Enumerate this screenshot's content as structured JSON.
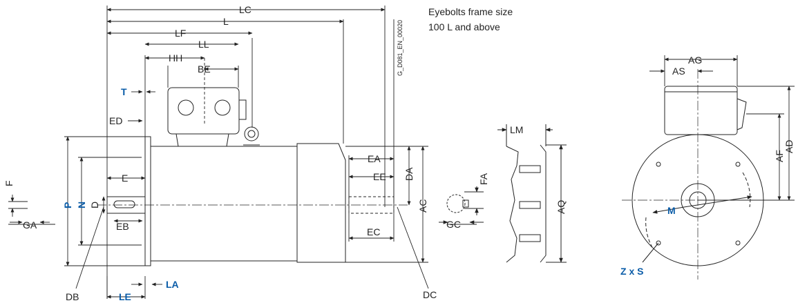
{
  "drawing_id": "G_D081_EN_00020",
  "note": {
    "line1": "Eyebolts frame size",
    "line2": "100 L and above"
  },
  "labels": {
    "LC": "LC",
    "L": "L",
    "LF": "LF",
    "LL": "LL",
    "HH": "HH",
    "BE": "BE",
    "T": "T",
    "ED": "ED",
    "F": "F",
    "GA": "GA",
    "E": "E",
    "P": "P",
    "N": "N",
    "D": "D",
    "EB": "EB",
    "DB": "DB",
    "LE": "LE",
    "LA": "LA",
    "EA": "EA",
    "EE": "EE",
    "DA": "DA",
    "AC": "AC",
    "EC": "EC",
    "DC": "DC",
    "FA": "FA",
    "GC": "GC",
    "LM": "LM",
    "AQ": "AQ",
    "AG": "AG",
    "AS": "AS",
    "AF": "AF",
    "AD": "AD",
    "M": "M",
    "ZxS": "Z x S"
  },
  "colors": {
    "line": "#222222",
    "accent": "#0a5ca8"
  }
}
